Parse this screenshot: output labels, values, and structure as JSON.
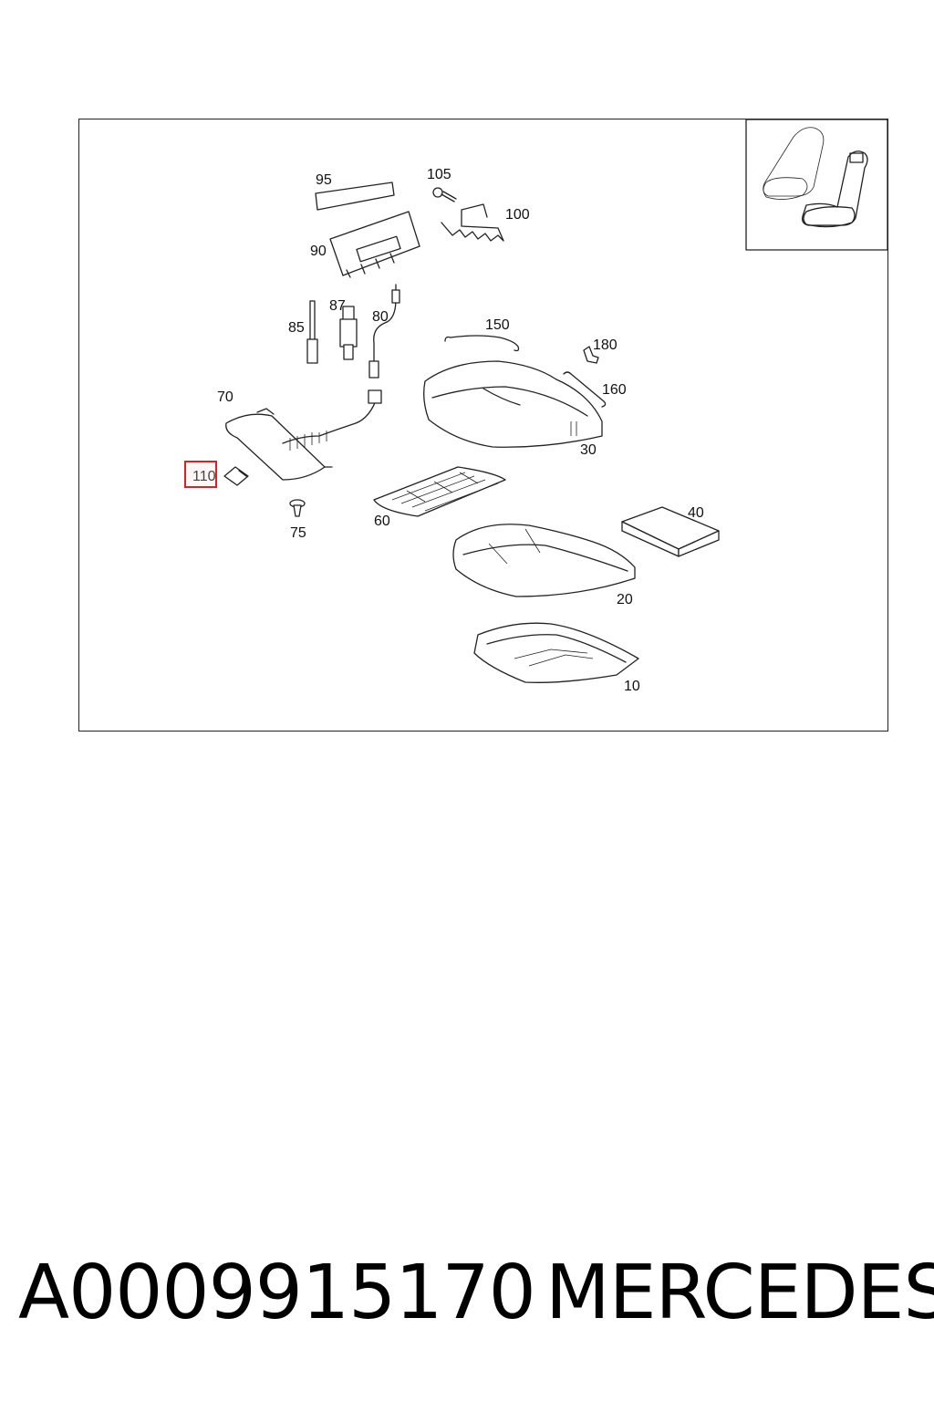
{
  "diagram": {
    "callouts": {
      "c95": "95",
      "c105": "105",
      "c100": "100",
      "c90": "90",
      "c85": "85",
      "c87": "87",
      "c80": "80",
      "c150": "150",
      "c180": "180",
      "c160": "160",
      "c70": "70",
      "c30": "30",
      "c110": "110",
      "c75": "75",
      "c60": "60",
      "c40": "40",
      "c20": "20",
      "c10": "10"
    },
    "highlighted_part": "110",
    "highlight_color": "#e02020"
  },
  "footer": {
    "part_number": "A0009915170",
    "brand": "MERCEDES"
  }
}
